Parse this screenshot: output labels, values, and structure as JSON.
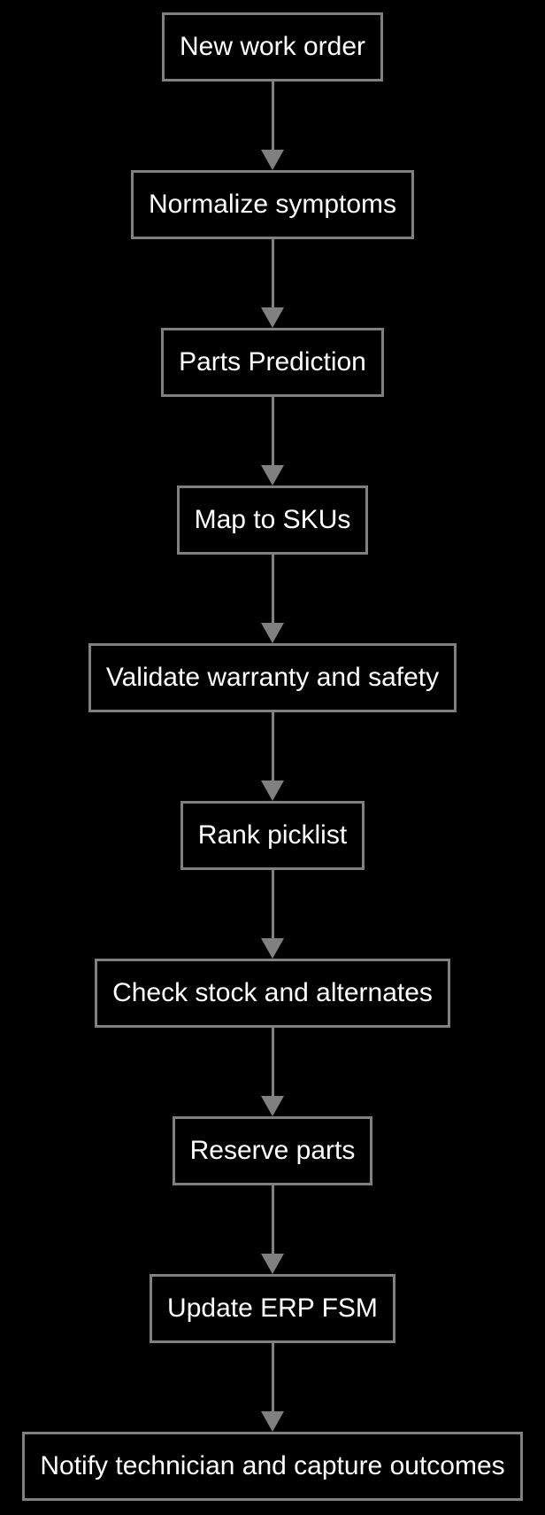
{
  "diagram": {
    "type": "flowchart",
    "direction": "top-down",
    "background_color": "#000000",
    "node_border_color": "#808080",
    "node_fill_color": "#000000",
    "node_text_color": "#ffffff",
    "arrow_color": "#808080",
    "nodes": [
      {
        "id": "new-work-order",
        "label": "New work order"
      },
      {
        "id": "normalize-symptoms",
        "label": "Normalize symptoms"
      },
      {
        "id": "parts-prediction",
        "label": "Parts Prediction"
      },
      {
        "id": "map-to-skus",
        "label": "Map to SKUs"
      },
      {
        "id": "validate-warranty-and-safety",
        "label": "Validate warranty and safety"
      },
      {
        "id": "rank-picklist",
        "label": "Rank picklist"
      },
      {
        "id": "check-stock-and-alternates",
        "label": "Check stock and alternates"
      },
      {
        "id": "reserve-parts",
        "label": "Reserve parts"
      },
      {
        "id": "update-erp-fsm",
        "label": "Update ERP FSM"
      },
      {
        "id": "notify-technician-and-capture-outcomes",
        "label": "Notify technician and capture outcomes"
      }
    ],
    "edges": [
      {
        "from": "New work order",
        "to": "Normalize symptoms"
      },
      {
        "from": "Normalize symptoms",
        "to": "Parts Prediction"
      },
      {
        "from": "Parts Prediction",
        "to": "Map to SKUs"
      },
      {
        "from": "Map to SKUs",
        "to": "Validate warranty and safety"
      },
      {
        "from": "Validate warranty and safety",
        "to": "Rank picklist"
      },
      {
        "from": "Rank picklist",
        "to": "Check stock and alternates"
      },
      {
        "from": "Check stock and alternates",
        "to": "Reserve parts"
      },
      {
        "from": "Reserve parts",
        "to": "Update ERP FSM"
      },
      {
        "from": "Update ERP FSM",
        "to": "Notify technician and capture outcomes"
      }
    ]
  }
}
